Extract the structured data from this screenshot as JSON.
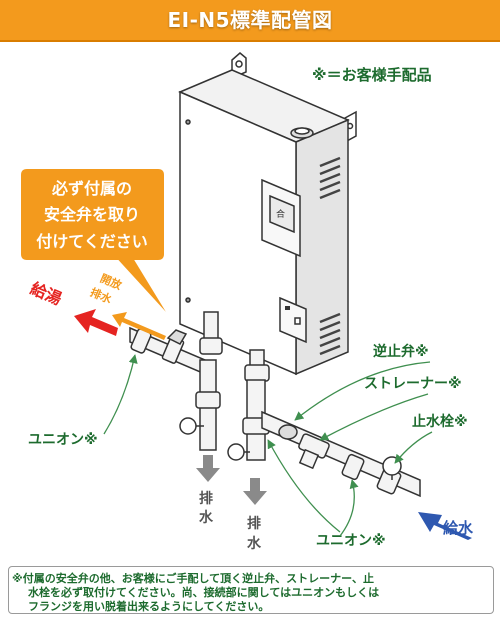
{
  "title": "EI-N5標準配管図",
  "note_customer_parts": "※＝お客様手配品",
  "callout": {
    "line1": "必ず付属の",
    "line2": "安全弁を取り",
    "line3": "付けてください"
  },
  "labels": {
    "hot_water": "給湯",
    "relief_l1": "開放",
    "relief_l2": "排水",
    "check_valve": "逆止弁※",
    "strainer": "ストレーナー※",
    "stop_valve": "止水栓※",
    "union_left": "ユニオン※",
    "union_bottom": "ユニオン※",
    "drain1": "排",
    "drain1b": "水",
    "drain2": "排",
    "drain2b": "水",
    "water_supply": "給水"
  },
  "footnote": {
    "line1": "※付属の安全弁の他、お客様にご手配して頂く逆止弁、ストレーナー、止",
    "line2": "水栓を必ず取付けてください。尚、接続部に関してはユニオンもしくは",
    "line3": "フランジを用い脱着出来るようにしてください。"
  },
  "colors": {
    "title_bg": "#f39a1d",
    "hot_arrow": "#e52421",
    "supply_arrow": "#2e58b0",
    "label_green": "#1d6b2e",
    "callout_bg": "#f39a1d",
    "drain_arrow": "#8a8a8a"
  }
}
